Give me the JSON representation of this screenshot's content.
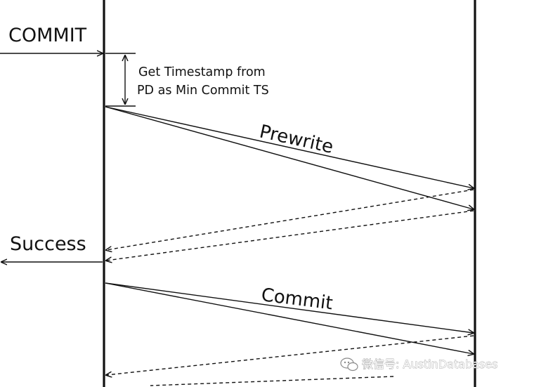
{
  "labels": {
    "commit_in": "COMMIT",
    "timestamp_line1": "Get Timestamp from",
    "timestamp_line2": "PD as Min Commit TS",
    "prewrite": "Prewrite",
    "success": "Success",
    "commit_phase": "Commit"
  },
  "watermark": {
    "icon": "wechat-icon",
    "text": "微信号: AustinDatabases"
  },
  "colors": {
    "line": "#111111",
    "background": "#ffffff"
  }
}
